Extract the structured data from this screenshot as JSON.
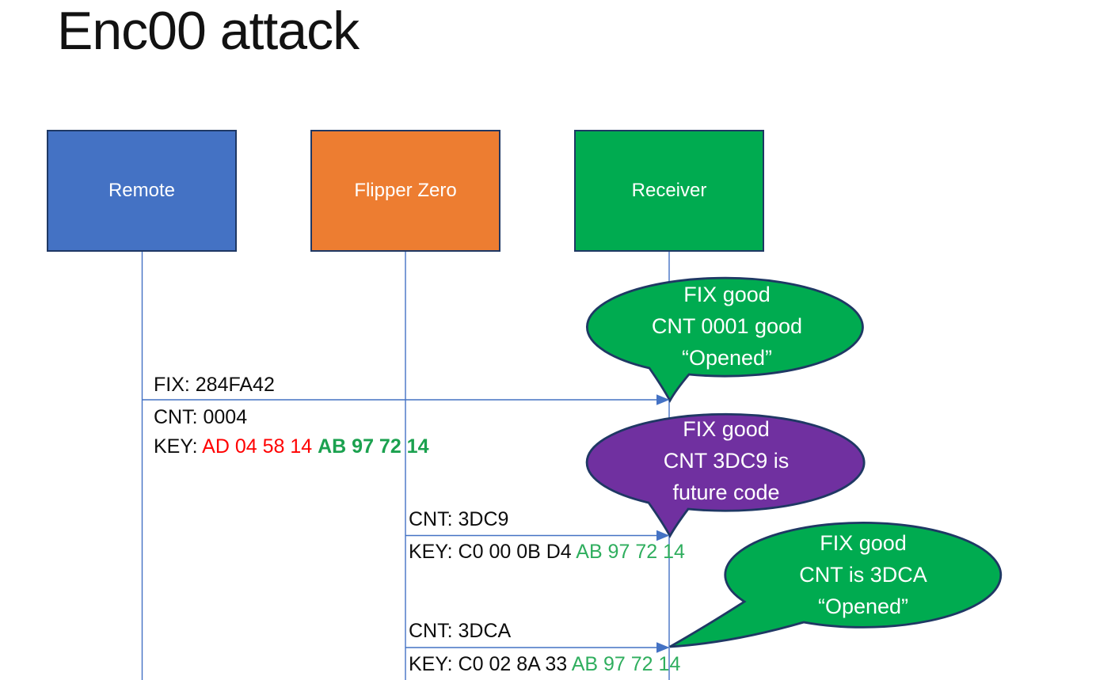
{
  "title": "Enc00 attack",
  "colors": {
    "blue": "#4472c4",
    "orange": "#ed7d31",
    "green": "#00ab50",
    "purple": "#7030a0",
    "border_navy": "#1f3864",
    "line_blue": "#4472c4",
    "text_dark": "#0d0d0d",
    "text_white": "#ffffff",
    "key_red": "#ff0000",
    "key_green_bold": "#1ba14f",
    "key_green": "#2fae5e"
  },
  "actors": {
    "remote": {
      "label": "Remote"
    },
    "flipper": {
      "label": "Flipper Zero"
    },
    "receiver": {
      "label": "Receiver"
    }
  },
  "messages": {
    "m1": {
      "line_above": "FIX: 284FA42",
      "line_below": "CNT: 0004",
      "key_prefix": "KEY: ",
      "key_changed": "AD 04 58 14 ",
      "key_fixed": "AB 97 72 14"
    },
    "m2": {
      "line_above": "CNT: 3DC9",
      "key_prefix": "KEY: ",
      "key_changed": "C0 00 0B D4 ",
      "key_fixed": "AB 97 72 14"
    },
    "m3": {
      "line_above": "CNT: 3DCA",
      "key_prefix": "KEY: ",
      "key_changed": "C0 02 8A 33 ",
      "key_fixed": "AB 97 72 14"
    }
  },
  "bubbles": {
    "b1": {
      "line1": "FIX good",
      "line2": "CNT 0001 good",
      "line3": "“Opened”"
    },
    "b2": {
      "line1": "FIX good",
      "line2": "CNT 3DC9 is",
      "line3": "future code"
    },
    "b3": {
      "line1": "FIX good",
      "line2": "CNT is 3DCA",
      "line3": "“Opened”"
    }
  }
}
